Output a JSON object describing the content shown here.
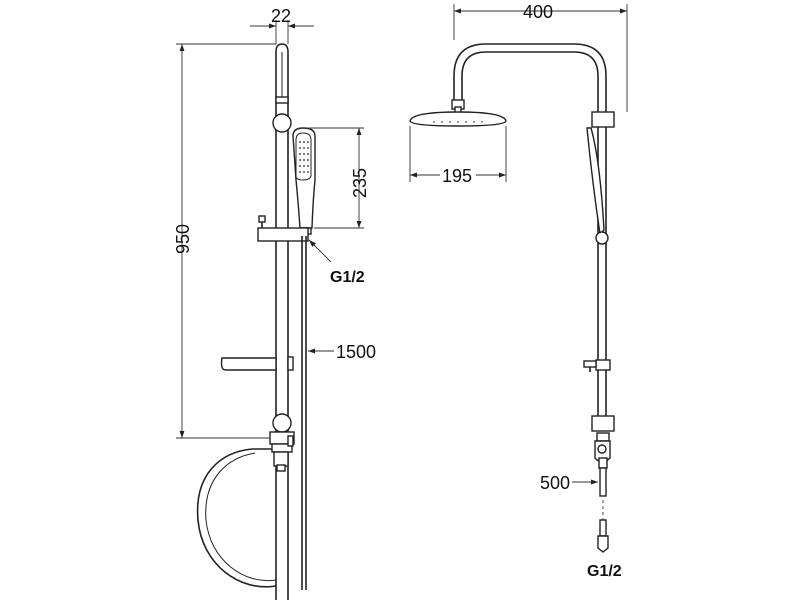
{
  "labels": {
    "rail_width": "22",
    "total_height": "950",
    "hand_shower_length": "235",
    "hose_connection": "G1/2",
    "hose_length": "1500",
    "total_width": "400",
    "head_diameter": "195",
    "pipe_length": "500",
    "inlet_connection": "G1/2"
  },
  "colors": {
    "line": "#222222",
    "background": "#ffffff"
  }
}
